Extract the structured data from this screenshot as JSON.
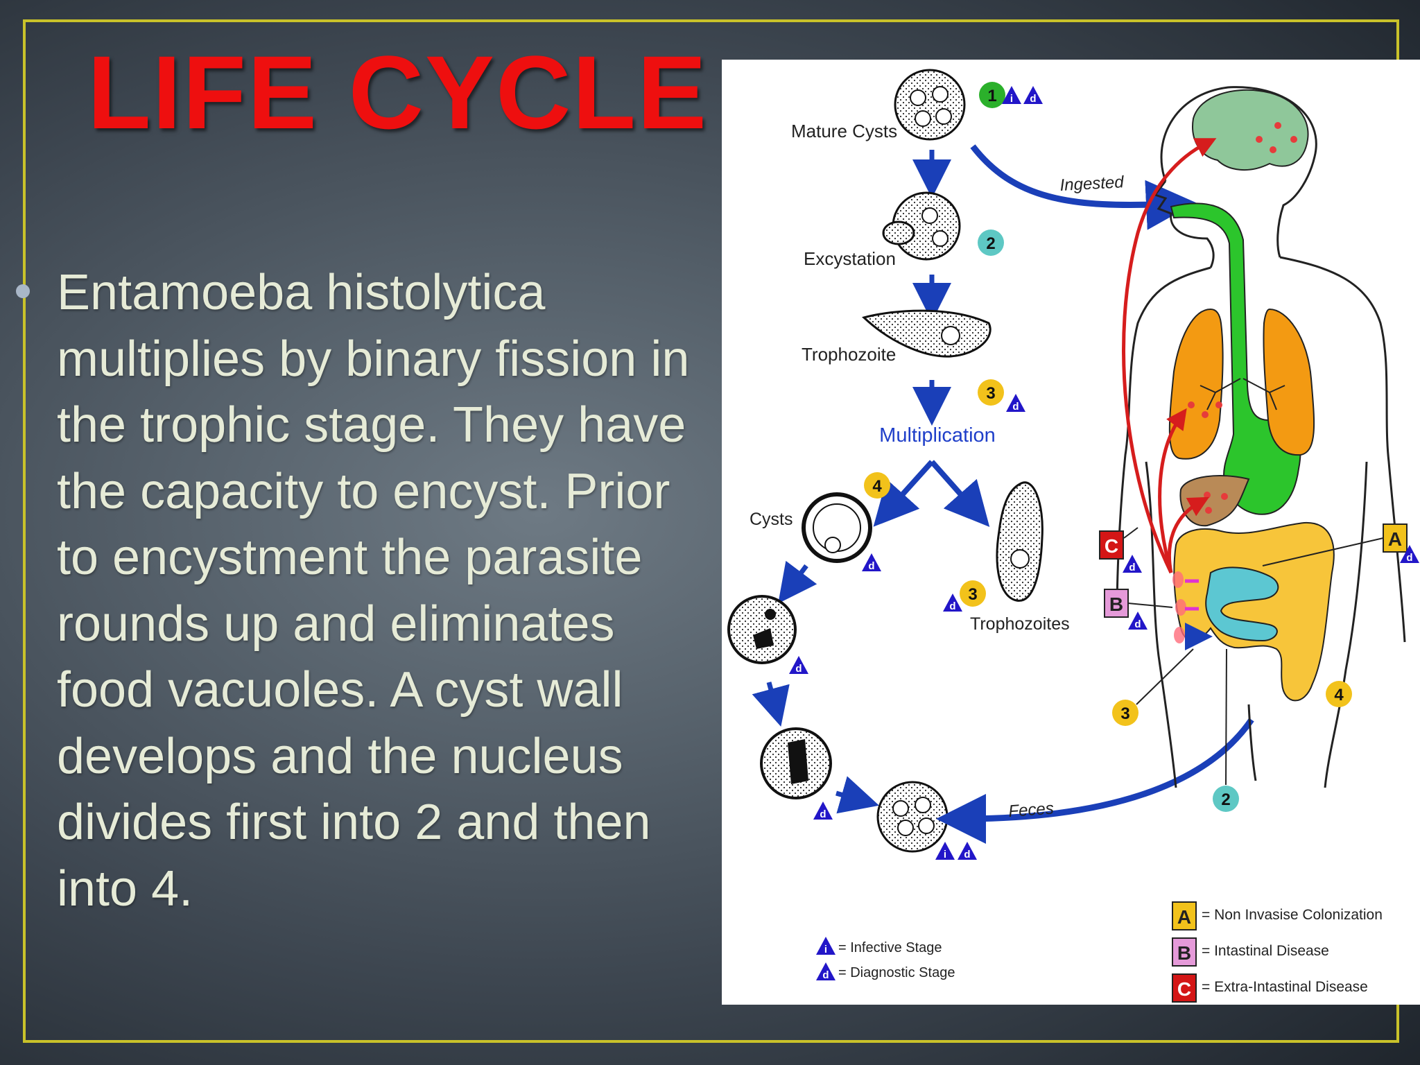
{
  "slide": {
    "title": "LIFE CYCLE",
    "body": "Entamoeba histolytica multiplies by binary fission in the trophic stage. They have the capacity to encyst. Prior to encystment the parasite rounds up and eliminates food vacuoles. A cyst wall develops and the nucleus divides first into 2 and then into 4."
  },
  "diagram": {
    "labels": {
      "mature_cysts": "Mature Cysts",
      "excystation": "Excystation",
      "trophozoite": "Trophozoite",
      "multiplication": "Multiplication",
      "cysts": "Cysts",
      "trophozoites": "Trophozoites",
      "ingested": "Ingested",
      "feces": "Feces"
    },
    "markers": {
      "step1": "1",
      "step2": "2",
      "step3": "3",
      "step4": "4",
      "infective": "i",
      "diagnostic": "d",
      "A": "A",
      "B": "B",
      "C": "C"
    },
    "legend": {
      "infective": "= Infective Stage",
      "diagnostic": "= Diagnostic Stage",
      "A": "= Non Invasise Colonization",
      "B": "= Intastinal Disease",
      "C": "= Extra-Intastinal Disease"
    },
    "colors": {
      "arrow_blue": "#1a3fb8",
      "invasion_red": "#d61d1d",
      "brain": "#8fc79a",
      "lungs": "#f39a12",
      "gut_green": "#2cc52c",
      "colon": "#f7c53a",
      "small_intestine": "#5cc7d2",
      "liver": "#b98a57",
      "step1_green": "#2bb02b",
      "step2_teal": "#5ec8c4",
      "step34_yellow": "#f2c21b",
      "marker_A": "#f2c21b",
      "marker_B": "#e59ad9",
      "marker_C": "#d41616"
    }
  }
}
